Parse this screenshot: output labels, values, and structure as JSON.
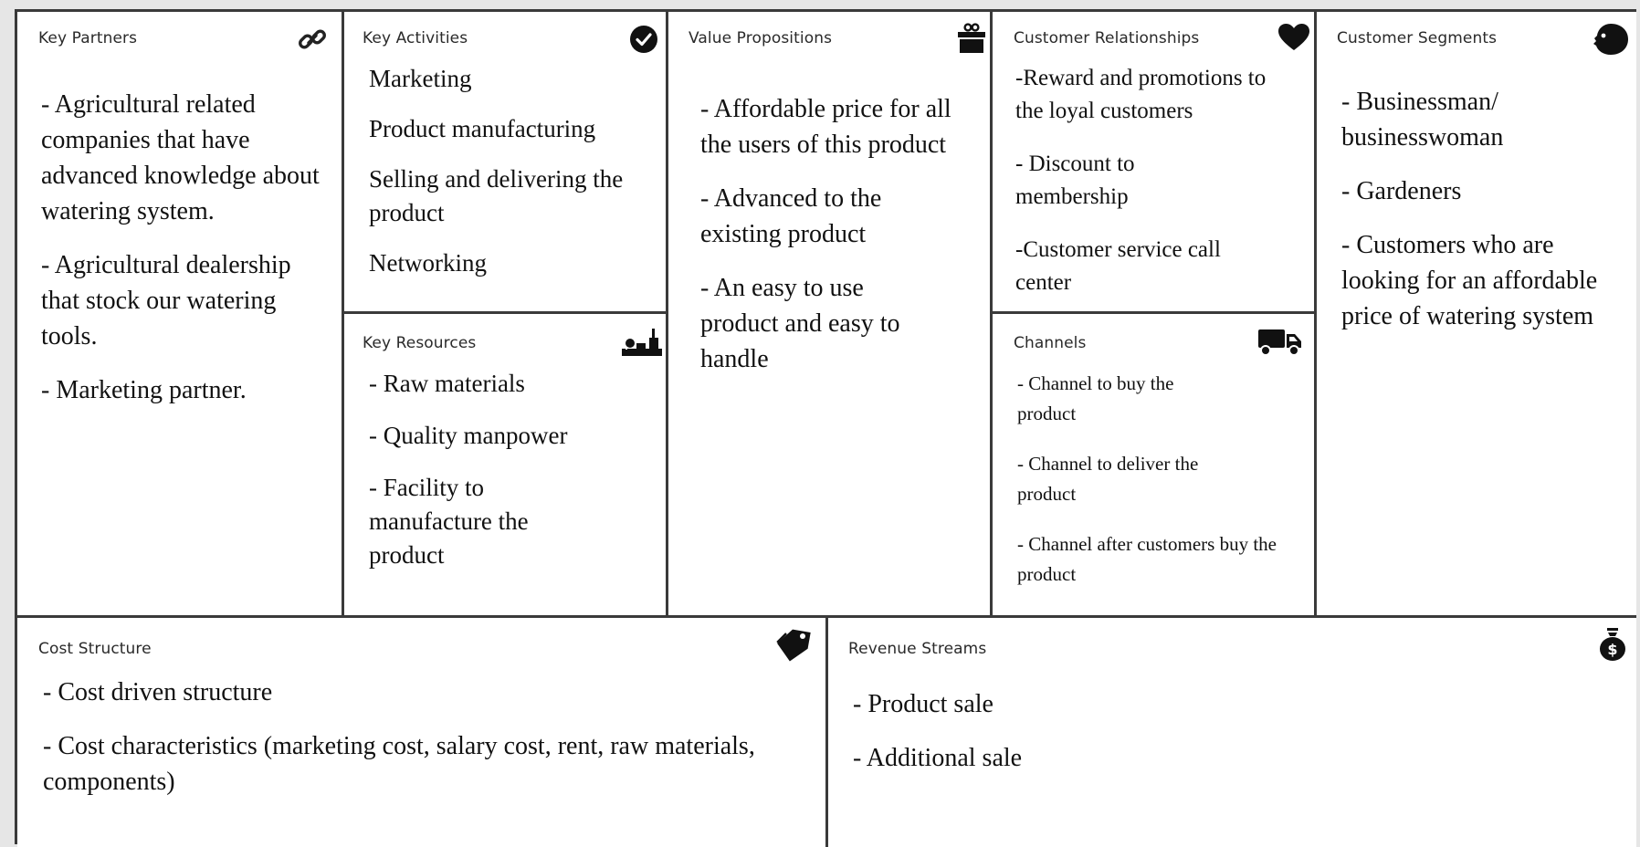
{
  "sections": {
    "key_partners": {
      "title": "Key Partners",
      "icon": "link-icon",
      "items": [
        "- Agricultural related companies that have advanced knowledge about watering system.",
        "- Agricultural dealership that stock our watering tools.",
        "- Marketing partner."
      ]
    },
    "key_activities": {
      "title": "Key Activities",
      "icon": "checkmark-icon",
      "items": [
        "Marketing",
        "Product manufacturing",
        "Selling and delivering the product",
        "Networking"
      ]
    },
    "key_resources": {
      "title": "Key Resources",
      "icon": "factory-icon",
      "items": [
        "- Raw materials",
        "- Quality manpower",
        "- Facility to manufacture the product"
      ]
    },
    "value_propositions": {
      "title": "Value Propositions",
      "icon": "gift-icon",
      "items": [
        "- Affordable price for all the users of this product",
        "- Advanced to the existing product",
        "- An easy to use product and easy to handle"
      ]
    },
    "customer_relationships": {
      "title": "Customer Relationships",
      "icon": "heart-icon",
      "items": [
        "-Reward and promotions to the loyal customers",
        "- Discount to membership",
        "-Customer service call center"
      ]
    },
    "channels": {
      "title": "Channels",
      "icon": "truck-icon",
      "items": [
        "- Channel to buy the product",
        "- Channel to deliver the product",
        "- Channel after customers buy the product"
      ]
    },
    "customer_segments": {
      "title": "Customer Segments",
      "icon": "face-icon",
      "items": [
        "-  Businessman/ businesswoman",
        "- Gardeners",
        "- Customers who are looking for an affordable price of watering system"
      ]
    },
    "cost_structure": {
      "title": "Cost Structure",
      "icon": "tag-icon",
      "items": [
        "- Cost driven structure",
        "- Cost characteristics (marketing cost, salary cost, rent, raw materials, components)"
      ]
    },
    "revenue_streams": {
      "title": "Revenue Streams",
      "icon": "money-bag-icon",
      "items": [
        "- Product sale",
        "- Additional sale"
      ]
    }
  }
}
